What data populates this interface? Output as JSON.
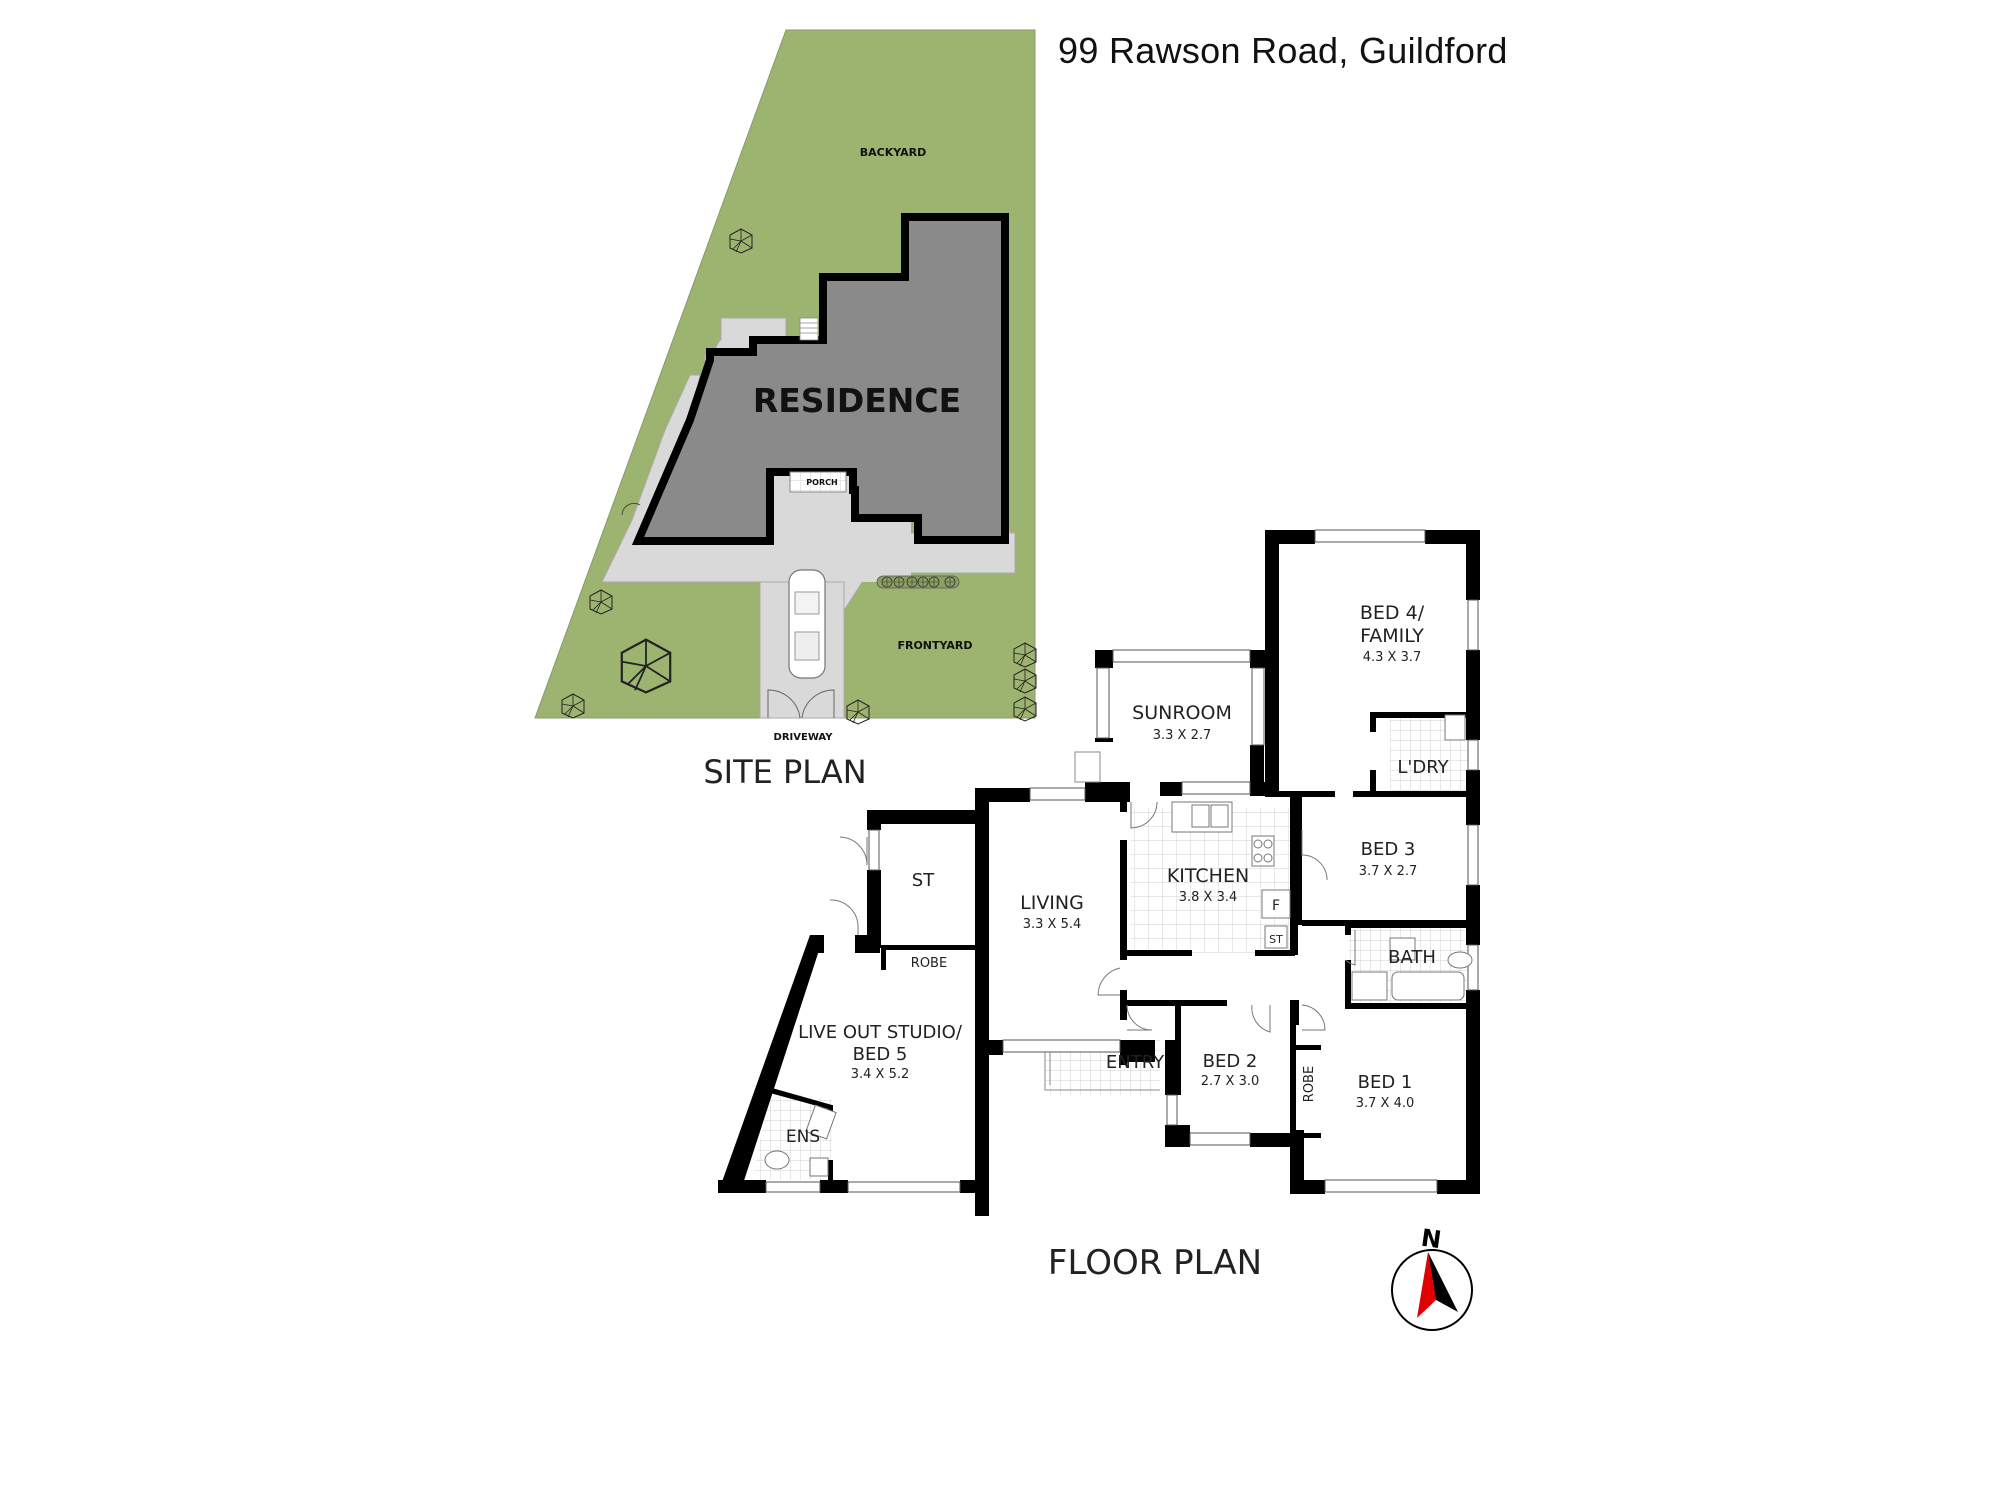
{
  "title": "99 Rawson Road, Guildford",
  "colors": {
    "lawn": "#9db370",
    "paving": "#d9d9d9",
    "residence": "#8a8a8a",
    "wall": "#000000",
    "tile_grid": "#cfcfcf",
    "north_red": "#e00000"
  },
  "site_plan": {
    "heading": "SITE PLAN",
    "labels": {
      "backyard": "BACKYARD",
      "residence": "RESIDENCE",
      "porch": "PORCH",
      "frontyard": "FRONTYARD",
      "driveway": "DRIVEWAY"
    }
  },
  "floor_plan": {
    "heading": "FLOOR PLAN",
    "rooms": [
      {
        "id": "bed4",
        "name": "BED 4/",
        "name2": "FAMILY",
        "size": "4.3 X 3.7"
      },
      {
        "id": "sunroom",
        "name": "SUNROOM",
        "size": "3.3 X 2.7"
      },
      {
        "id": "laundry",
        "name": "L'DRY"
      },
      {
        "id": "bed3",
        "name": "BED 3",
        "size": "3.7 X 2.7"
      },
      {
        "id": "kitchen",
        "name": "KITCHEN",
        "size": "3.8 X 3.4"
      },
      {
        "id": "fridge",
        "name": "F"
      },
      {
        "id": "store_kitchen",
        "name": "ST"
      },
      {
        "id": "living",
        "name": "LIVING",
        "size": "3.3 X 5.4"
      },
      {
        "id": "store",
        "name": "ST"
      },
      {
        "id": "robe_studio",
        "name": "ROBE"
      },
      {
        "id": "bath",
        "name": "BATH"
      },
      {
        "id": "studio",
        "name": "LIVE OUT STUDIO/",
        "name2": "BED 5",
        "size": "3.4 X 5.2"
      },
      {
        "id": "ensuite",
        "name": "ENS"
      },
      {
        "id": "entry",
        "name": "ENTRY"
      },
      {
        "id": "bed2",
        "name": "BED 2",
        "size": "2.7 X 3.0"
      },
      {
        "id": "robe_bed1",
        "name": "ROBE"
      },
      {
        "id": "bed1",
        "name": "BED 1",
        "size": "3.7 X 4.0"
      }
    ]
  },
  "compass": {
    "label": "N",
    "icon": "north-arrow-icon"
  }
}
